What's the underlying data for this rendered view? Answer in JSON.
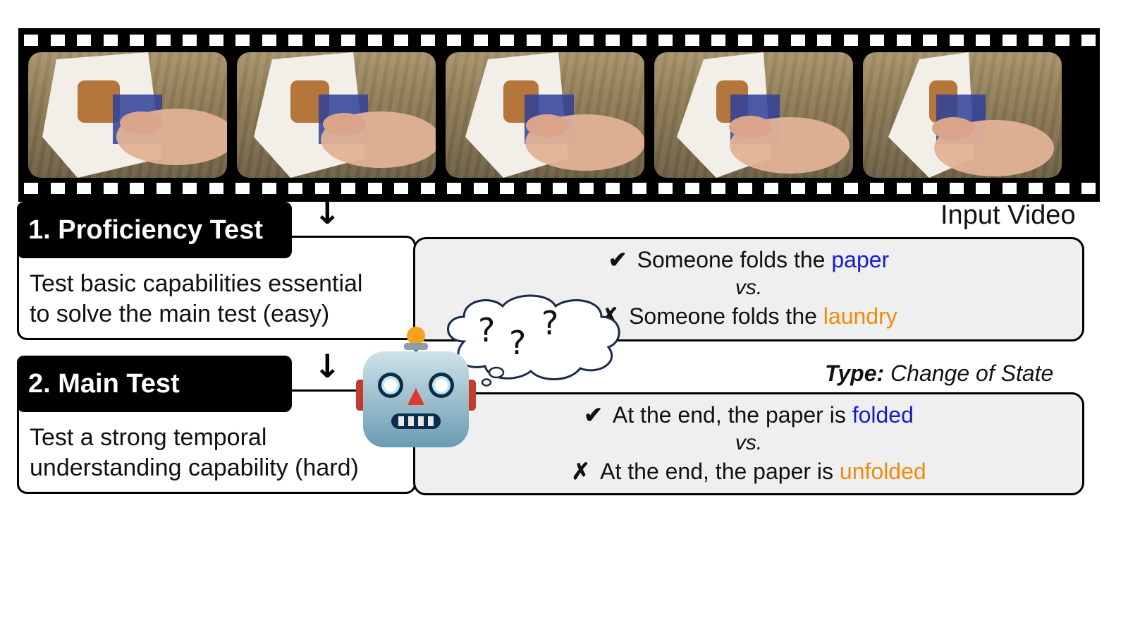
{
  "input_video_label": "Input Video",
  "proficiency": {
    "title": "1. Proficiency Test",
    "desc_line1": "Test basic capabilities essential",
    "desc_line2": "to solve the main test (easy)",
    "correct_prefix": "Someone folds the ",
    "correct_word": "paper",
    "vs": "vs.",
    "wrong_prefix": "Someone folds the ",
    "wrong_word": "laundry"
  },
  "main": {
    "title": "2. Main Test",
    "desc_line1": "Test a strong temporal",
    "desc_line2": "understanding capability (hard)",
    "type_label": "Type:",
    "type_value": "Change of State",
    "correct_prefix": "At the end, the paper is ",
    "correct_word": "folded",
    "vs": "vs.",
    "wrong_prefix": "At the end, the paper is ",
    "wrong_word": "unfolded"
  },
  "marks": {
    "check": "✔",
    "cross": "✗"
  },
  "thought": {
    "q1": "?",
    "q2": "?",
    "q3": "?"
  },
  "colors": {
    "correct": "#1a1ad6",
    "wrong": "#f08a0c",
    "panel_bg": "#efefef"
  },
  "icons": [
    "film-strip",
    "video-frame",
    "down-arrow-icon",
    "robot-icon",
    "thought-bubble-icon",
    "check-icon",
    "cross-icon"
  ]
}
